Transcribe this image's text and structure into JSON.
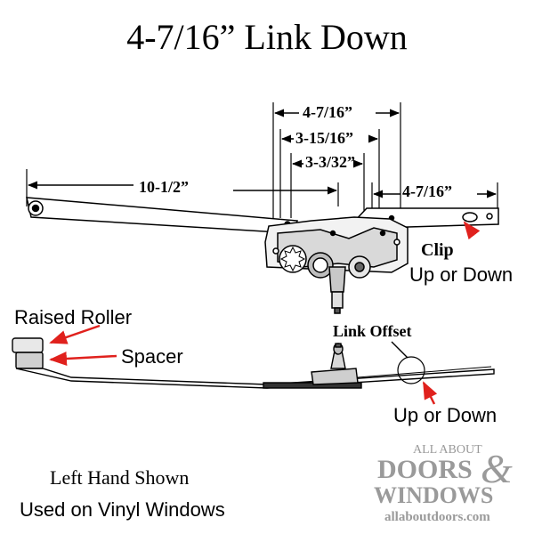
{
  "title": "4-7/16” Link Down",
  "dimensions": {
    "main_arm": "10-1/2”",
    "top": "4-7/16”",
    "middle": "3-15/16”",
    "lower": "3-3/32”",
    "link": "4-7/16”"
  },
  "callouts": {
    "clip": "Clip",
    "clip_sub": "Up or Down",
    "raised_roller": "Raised Roller",
    "spacer": "Spacer",
    "link_offset": "Link Offset",
    "offset_sub": "Up or Down"
  },
  "footer": {
    "line1": "Left Hand Shown",
    "line2": "Used on Vinyl Windows"
  },
  "logo": {
    "line1": "ALL ABOUT",
    "line2": "DOORS",
    "line3": "WINDOWS",
    "ampersand": "&",
    "url": "allaboutdoors.com"
  },
  "colors": {
    "arrow": "#e0211d",
    "line": "#000000",
    "logo": "#9a9a9a"
  }
}
